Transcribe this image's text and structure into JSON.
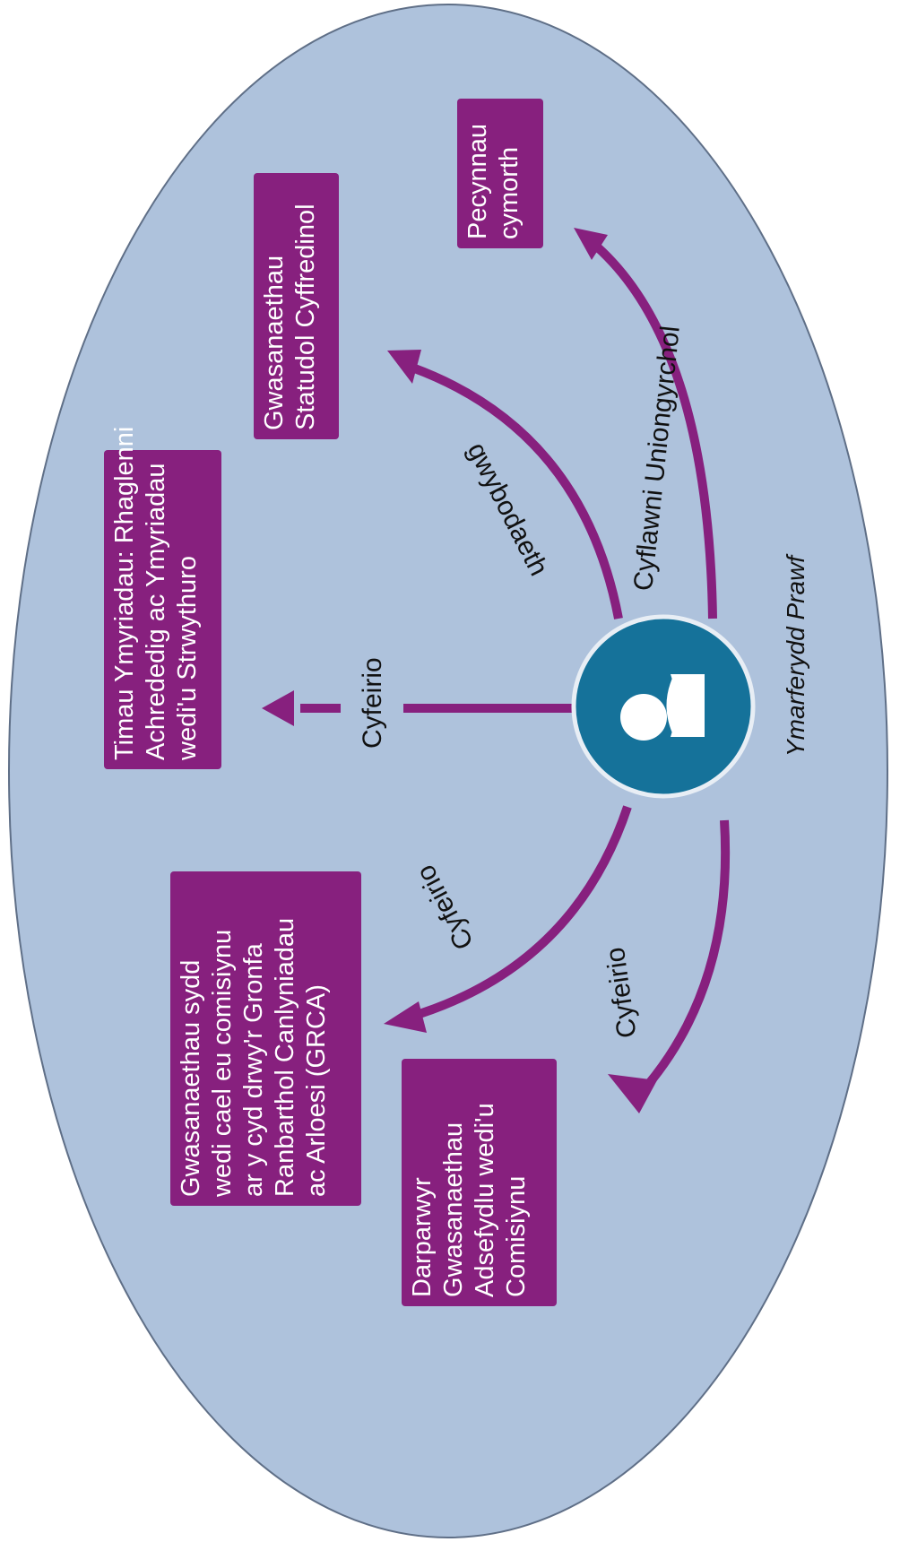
{
  "colors": {
    "ellipse_fill": "#aec2dc",
    "ellipse_stroke": "#5f6f87",
    "accent_purple": "#87207e",
    "center_blue": "#15729a",
    "text_dark": "#111111",
    "box_text": "#ffffff"
  },
  "center": {
    "icon": "person-icon"
  },
  "boxes": {
    "darparwyr": [
      "Darparwyr",
      "Gwasanaethau",
      "Adsefydlu wedi'u",
      "Comisiynu"
    ],
    "grca": [
      "Gwasanaethau sydd",
      "wedi cael eu comisiynu",
      "ar y cyd drwy'r Gronfa",
      "Ranbarthol Canlyniadau",
      "ac Arloesi (GRCA)"
    ],
    "timau": [
      "Timau Ymyriadau: Rhaglenni",
      "Achrededig ac Ymyriadau",
      "wedi'u Strwythuro"
    ],
    "statudol": [
      "Gwasanaethau",
      "Statudol Cyffredinol"
    ],
    "pecynnau": [
      "Pecynnau",
      "cymorth"
    ]
  },
  "labels": {
    "cyfeirio_lower": "Cyfeirio",
    "cyfeirio_mid": "Cyfeirio",
    "cyfeirio_center": "Cyfeirio",
    "gwybodaeth": "gwybodaeth",
    "cyflawni": "Cyflawni Uniongyrchol"
  },
  "caption": "Ymarferydd Prawf"
}
